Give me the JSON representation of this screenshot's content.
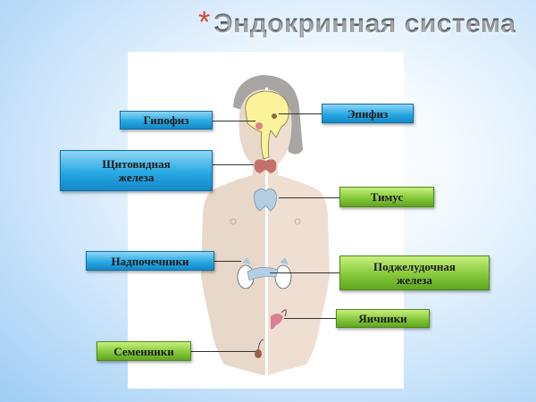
{
  "slide": {
    "title_bullet": "*",
    "title": "Эндокринная система",
    "colors": {
      "title_bullet": "#d8472f",
      "blue_label": "#29a9e3",
      "green_label": "#86c93a",
      "background": "#cfe6fb"
    }
  },
  "diagram": {
    "labels": [
      {
        "id": "pituitary",
        "text": "Гипофиз",
        "color": "blue",
        "side": "left"
      },
      {
        "id": "pineal",
        "text": "Эпифиз",
        "color": "blue",
        "side": "right"
      },
      {
        "id": "thyroid",
        "text": "Щитовидная железа",
        "line1": "Щитовидная",
        "line2": "железа",
        "color": "blue",
        "side": "left"
      },
      {
        "id": "thymus",
        "text": "Тимус",
        "color": "green",
        "side": "right"
      },
      {
        "id": "adrenals",
        "text": "Надпочечники",
        "color": "blue",
        "side": "left"
      },
      {
        "id": "pancreas",
        "text": "Поджелудочная железа",
        "line1": "Поджелудочная",
        "line2": "железа",
        "color": "green",
        "side": "right"
      },
      {
        "id": "ovaries",
        "text": "Яичники",
        "color": "green",
        "side": "right"
      },
      {
        "id": "testes",
        "text": "Семенники",
        "color": "green",
        "side": "left"
      }
    ]
  }
}
